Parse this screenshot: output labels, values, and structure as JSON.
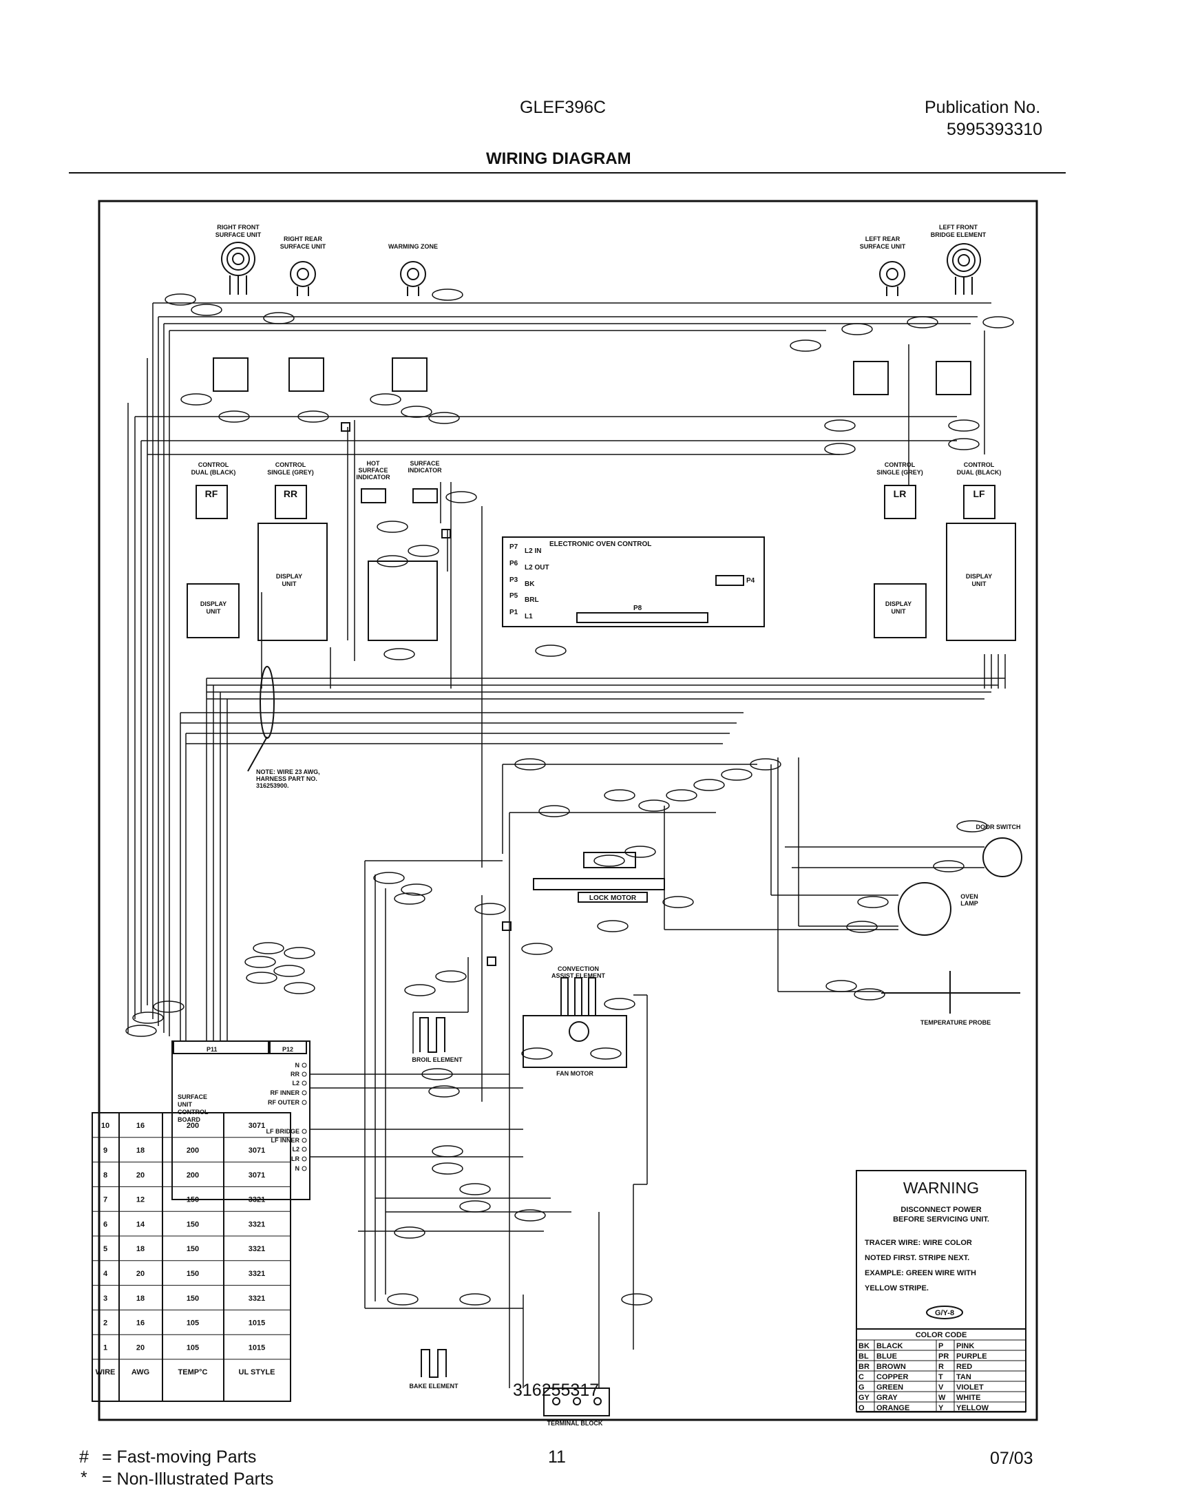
{
  "header": {
    "model": "GLEF396C",
    "publication_label": "Publication No.",
    "publication_number": "5995393310",
    "section_title": "WIRING DIAGRAM"
  },
  "surface_units": {
    "right_front": [
      "RIGHT FRONT",
      "SURFACE UNIT"
    ],
    "right_rear": [
      "RIGHT REAR",
      "SURFACE UNIT"
    ],
    "warming_zone": "WARMING ZONE",
    "left_rear": [
      "LEFT REAR",
      "SURFACE UNIT"
    ],
    "left_front": [
      "LEFT FRONT",
      "BRIDGE ELEMENT"
    ]
  },
  "controls": {
    "dual_black_left": [
      "CONTROL",
      "DUAL (BLACK)"
    ],
    "single_grey_left": [
      "CONTROL",
      "SINGLE (GREY)"
    ],
    "single_grey_right": [
      "CONTROL",
      "SINGLE (GREY)"
    ],
    "dual_black_right": [
      "CONTROL",
      "DUAL (BLACK)"
    ],
    "knob_rf": "RF",
    "knob_rr": "RR",
    "knob_lr": "LR",
    "knob_lf": "LF",
    "hot_surface_indicator": [
      "HOT",
      "SURFACE",
      "INDICATOR"
    ],
    "surface_indicator": [
      "SURFACE",
      "INDICATOR"
    ]
  },
  "display": {
    "display_unit": [
      "DISPLAY",
      "UNIT"
    ]
  },
  "eoc": {
    "title": "ELECTRONIC OVEN CONTROL",
    "pins": [
      "L2 IN",
      "L2 OUT",
      "BK",
      "BRL",
      "L1"
    ],
    "p_labels": [
      "P7",
      "P6",
      "P3",
      "P5",
      "P1"
    ],
    "p4": "P4",
    "p8": "P8"
  },
  "note": [
    "NOTE: WIRE 23 AWG,",
    "HARNESS PART NO.",
    "316253900."
  ],
  "components": {
    "door_switch": "DOOR SWITCH",
    "oven_lamp": [
      "OVEN",
      "LAMP"
    ],
    "lock_motor": "LOCK MOTOR",
    "convection": [
      "CONVECTION",
      "ASSIST ELEMENT"
    ],
    "fan_motor": "FAN MOTOR",
    "broil_element": "BROIL ELEMENT",
    "bake_element": "BAKE ELEMENT",
    "terminal_block": "TERMINAL BLOCK",
    "temperature_probe": "TEMPERATURE PROBE"
  },
  "board": {
    "title": [
      "SURFACE",
      "UNIT",
      "CONTROL",
      "BOARD"
    ],
    "p11": "P11",
    "p12": "P12",
    "terminals": [
      "N",
      "RR",
      "L2",
      "RF INNER",
      "RF OUTER",
      "LF BRIDGE",
      "LF INNER",
      "L2",
      "LR",
      "N"
    ]
  },
  "wire_table": {
    "headers": [
      "WIRE",
      "AWG",
      "TEMP°C",
      "UL STYLE"
    ],
    "rows": [
      [
        "10",
        "16",
        "200",
        "3071"
      ],
      [
        "9",
        "18",
        "200",
        "3071"
      ],
      [
        "8",
        "20",
        "200",
        "3071"
      ],
      [
        "7",
        "12",
        "150",
        "3321"
      ],
      [
        "6",
        "14",
        "150",
        "3321"
      ],
      [
        "5",
        "18",
        "150",
        "3321"
      ],
      [
        "4",
        "20",
        "150",
        "3321"
      ],
      [
        "3",
        "18",
        "150",
        "3321"
      ],
      [
        "2",
        "16",
        "105",
        "1015"
      ],
      [
        "1",
        "20",
        "105",
        "1015"
      ]
    ]
  },
  "diagram_number": "316255317",
  "warning": {
    "title": "WARNING",
    "line1": "DISCONNECT POWER",
    "line2": "BEFORE SERVICING UNIT.",
    "tracer": [
      "TRACER WIRE:  WIRE COLOR",
      "NOTED FIRST. STRIPE NEXT.",
      "EXAMPLE:  GREEN WIRE WITH",
      "YELLOW STRIPE."
    ],
    "example_code": "G/Y-8"
  },
  "color_code": {
    "title": "COLOR CODE",
    "rows": [
      [
        "BK",
        "BLACK",
        "P",
        "PINK"
      ],
      [
        "BL",
        "BLUE",
        "PR",
        "PURPLE"
      ],
      [
        "BR",
        "BROWN",
        "R",
        "RED"
      ],
      [
        "C",
        "COPPER",
        "T",
        "TAN"
      ],
      [
        "G",
        "GREEN",
        "V",
        "VIOLET"
      ],
      [
        "GY",
        "GRAY",
        "W",
        "WHITE"
      ],
      [
        "O",
        "ORANGE",
        "Y",
        "YELLOW"
      ]
    ]
  },
  "footer": {
    "legend1_symbol": "#",
    "legend1_text": "=  Fast-moving Parts",
    "legend2_symbol": "*",
    "legend2_text": "=  Non-Illustrated Parts",
    "page": "11",
    "date": "07/03"
  }
}
